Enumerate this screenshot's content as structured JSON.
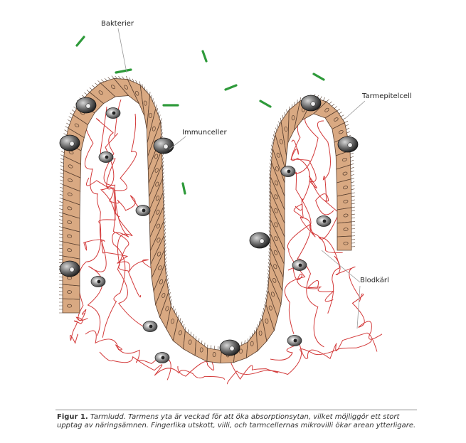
{
  "labels": {
    "bacteria": "Bakterier",
    "immune": "Immunceller",
    "epithelial": "Tarmepitelcell",
    "vessels": "Blodkärl"
  },
  "caption": {
    "prefix": "Figur 1.",
    "text": "Tarmludd. Tarmens yta är veckad för att öka absorptionsytan, vilket möjliggör ett stort upptag av näringsämnen. Fingerlika utskott, villi, och tarmcellernas mikrovilli ökar arean ytterligare."
  },
  "colors": {
    "cell_fill": "#d9a982",
    "cell_stroke": "#5a4030",
    "vessel": "#d33a3a",
    "bacteria": "#2e9a3a",
    "immune_dark": "#2f2f2f",
    "immune_light": "#c9c9c9"
  },
  "icons": [
    "bacteria-icon",
    "immune-cell-icon",
    "blood-vessel-icon",
    "epithelial-cell-icon"
  ]
}
